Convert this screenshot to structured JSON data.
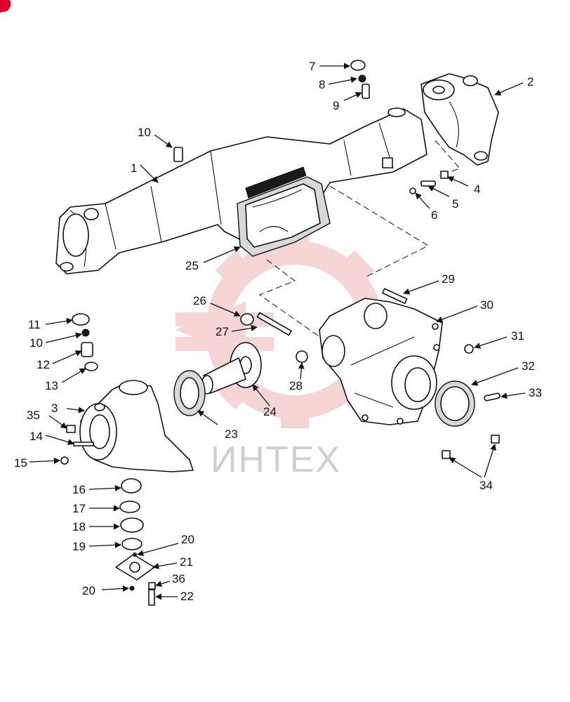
{
  "watermark": {
    "text": "ИНТЕХ",
    "color": "#f0b3b3",
    "text_color": "#cfcfcf"
  },
  "corner_mark_color": "#e0002a",
  "callouts": [
    "1",
    "2",
    "3",
    "4",
    "5",
    "6",
    "7",
    "8",
    "9",
    "10",
    "10",
    "11",
    "12",
    "13",
    "14",
    "15",
    "16",
    "17",
    "18",
    "19",
    "20",
    "20",
    "21",
    "22",
    "23",
    "24",
    "25",
    "26",
    "27",
    "28",
    "29",
    "30",
    "31",
    "32",
    "33",
    "34",
    "35",
    "36"
  ]
}
